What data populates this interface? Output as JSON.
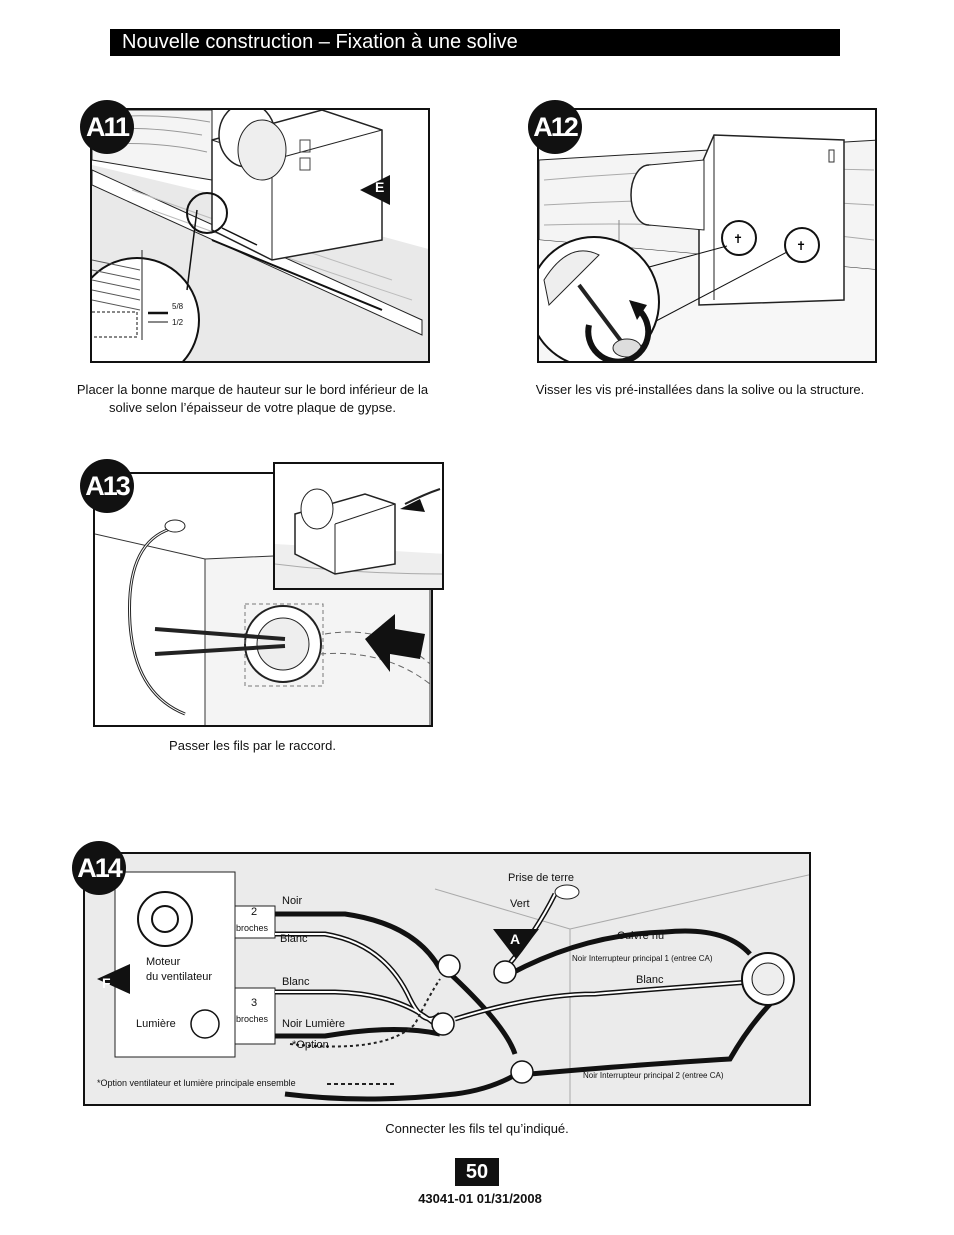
{
  "header": {
    "title": "Nouvelle construction – Fixation à une solive"
  },
  "a11": {
    "badge": "A11",
    "marker": "E",
    "measure_top": "5/8",
    "measure_bottom": "1/2",
    "caption_line1": "Placer la bonne marque de hauteur sur le bord inférieur de la",
    "caption_line2": "solive selon l’épaisseur de votre plaque de gypse."
  },
  "a12": {
    "badge": "A12",
    "caption": "Visser les vis pré-installées dans la solive ou la structure."
  },
  "a13": {
    "badge": "A13",
    "caption": "Passer les fils par le raccord."
  },
  "a14": {
    "badge": "A14",
    "marker_f": "F",
    "marker_a": "A",
    "motor_line1": "Moteur",
    "motor_line2": "du ventilateur",
    "light": "Lumière",
    "plug2_num": "2",
    "plug2_word": "broches",
    "plug3_num": "3",
    "plug3_word": "broches",
    "noir": "Noir",
    "blanc_top": "Blanc",
    "blanc_mid": "Blanc",
    "noir_lumiere": "Noir Lumière",
    "option": "*Option",
    "prise_de_terre": "Prise de terre",
    "vert": "Vert",
    "cuivre_nu": "Cuivre nu",
    "noir_int1": "Noir Interrupteur principal 1 (entree CA)",
    "blanc_right": "Blanc",
    "noir_int2": "Noir Interrupteur principal 2 (entree CA)",
    "option_note": "*Option ventilateur et lumière principale ensemble",
    "caption": "Connecter les fils tel qu’indiqué."
  },
  "footer": {
    "page": "50",
    "doc": "43041-01  01/31/2008"
  }
}
